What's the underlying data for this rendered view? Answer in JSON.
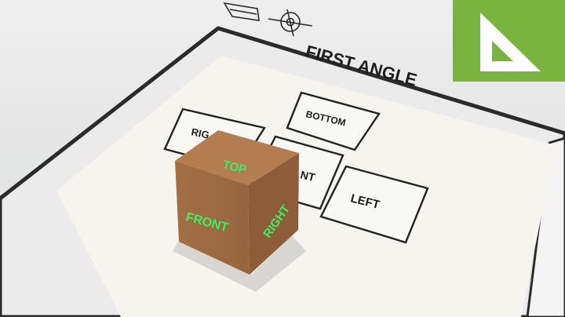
{
  "heading": "FIRST ANGLE",
  "views": {
    "bottom": "BOTTOM",
    "right_partial": "RIG",
    "front_partial": "NT",
    "left": "LEFT"
  },
  "cube_faces": {
    "top": "TOP",
    "front": "FRONT",
    "right": "RIGHT"
  },
  "colors": {
    "cube_brown": "#a06c43",
    "face_text_green": "#3ef060",
    "logo_green": "#7ab33f"
  },
  "logo": {
    "icon": "set-square-icon"
  }
}
